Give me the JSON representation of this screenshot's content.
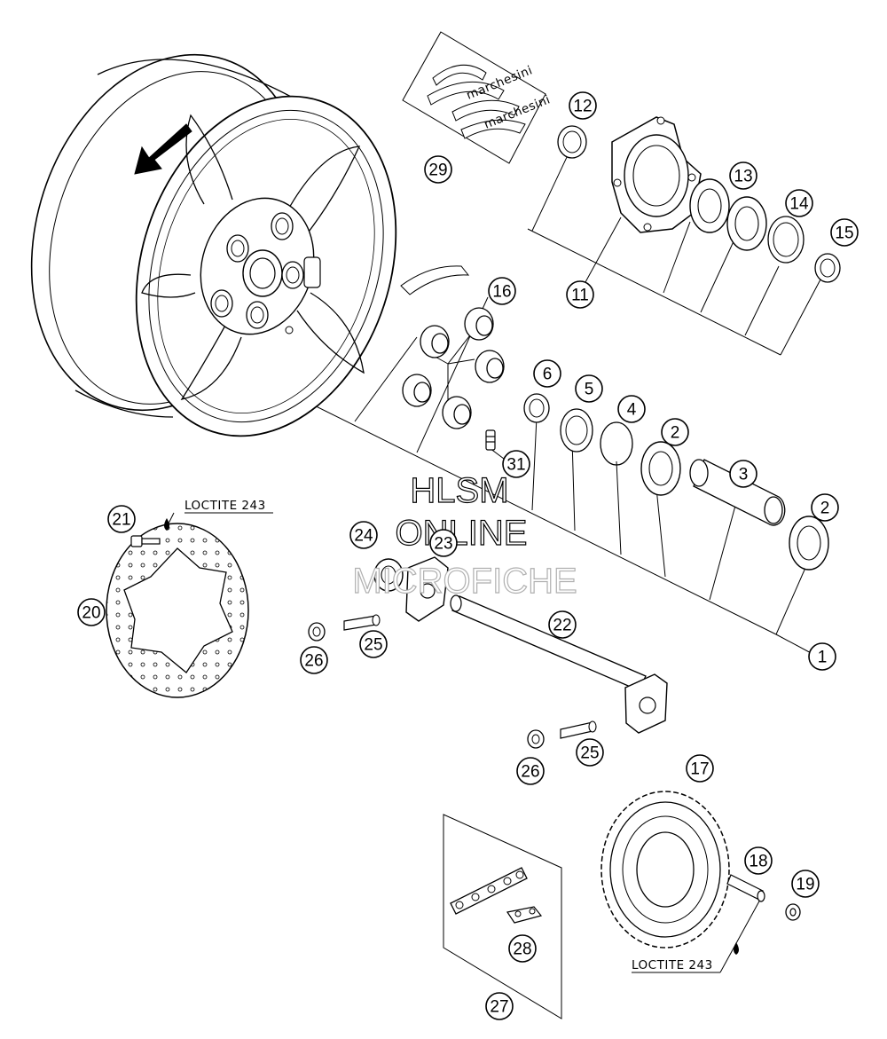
{
  "watermark": {
    "line1": "HLSM",
    "line2": "ONLINE",
    "line3": "MICROFICHE"
  },
  "notes": {
    "loctite_disc": "LOCTITE 243",
    "loctite_sprocket": "LOCTITE 243"
  },
  "decals": {
    "brand": "marchesini"
  },
  "callouts": {
    "c1": "1",
    "c2a": "2",
    "c2b": "2",
    "c3": "3",
    "c4": "4",
    "c5": "5",
    "c6": "6",
    "c11": "11",
    "c12": "12",
    "c13": "13",
    "c14": "14",
    "c15": "15",
    "c16": "16",
    "c17": "17",
    "c18": "18",
    "c19": "19",
    "c20": "20",
    "c21": "21",
    "c22": "22",
    "c23": "23",
    "c24": "24",
    "c25a": "25",
    "c25b": "25",
    "c26a": "26",
    "c26b": "26",
    "c27": "27",
    "c28": "28",
    "c29": "29",
    "c31": "31"
  }
}
